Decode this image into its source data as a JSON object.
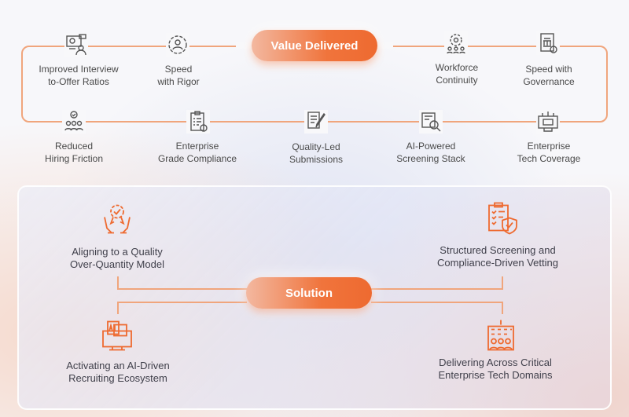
{
  "value_delivered": {
    "title": "Value Delivered",
    "top_items": [
      {
        "label_l1": "Improved Interview",
        "label_l2": "to-Offer Ratios",
        "icon": "interview-monitor-icon"
      },
      {
        "label_l1": "Speed",
        "label_l2": "with Rigor",
        "icon": "gear-person-icon"
      },
      {
        "label_l1": "Workforce",
        "label_l2": "Continuity",
        "icon": "gear-team-icon"
      },
      {
        "label_l1": "Speed with",
        "label_l2": "Governance",
        "icon": "governance-document-icon"
      }
    ],
    "bottom_items": [
      {
        "label_l1": "Reduced",
        "label_l2": "Hiring Friction",
        "icon": "team-check-icon"
      },
      {
        "label_l1": "Enterprise",
        "label_l2": "Grade Compliance",
        "icon": "checklist-icon"
      },
      {
        "label_l1": "Quality-Led",
        "label_l2": "Submissions",
        "icon": "document-pen-icon"
      },
      {
        "label_l1": "AI-Powered",
        "label_l2": "Screening Stack",
        "icon": "screening-search-icon"
      },
      {
        "label_l1": "Enterprise",
        "label_l2": "Tech Coverage",
        "icon": "tech-network-icon"
      }
    ]
  },
  "solution": {
    "title": "Solution",
    "items": [
      {
        "label_l1": "Aligning to a Quality",
        "label_l2": "Over-Quantity Model",
        "icon": "hands-badge-icon"
      },
      {
        "label_l1": "Structured Screening and",
        "label_l2": "Compliance-Driven Vetting",
        "icon": "clipboard-shield-icon"
      },
      {
        "label_l1": "Activating an AI-Driven",
        "label_l2": "Recruiting Ecosystem",
        "icon": "ai-computer-icon"
      },
      {
        "label_l1": "Delivering Across Critical",
        "label_l2": "Enterprise Tech Domains",
        "icon": "building-team-icon"
      }
    ]
  },
  "colors": {
    "accent": "#f0743c",
    "line": "#f0a57c",
    "text": "#4a4a4a"
  }
}
